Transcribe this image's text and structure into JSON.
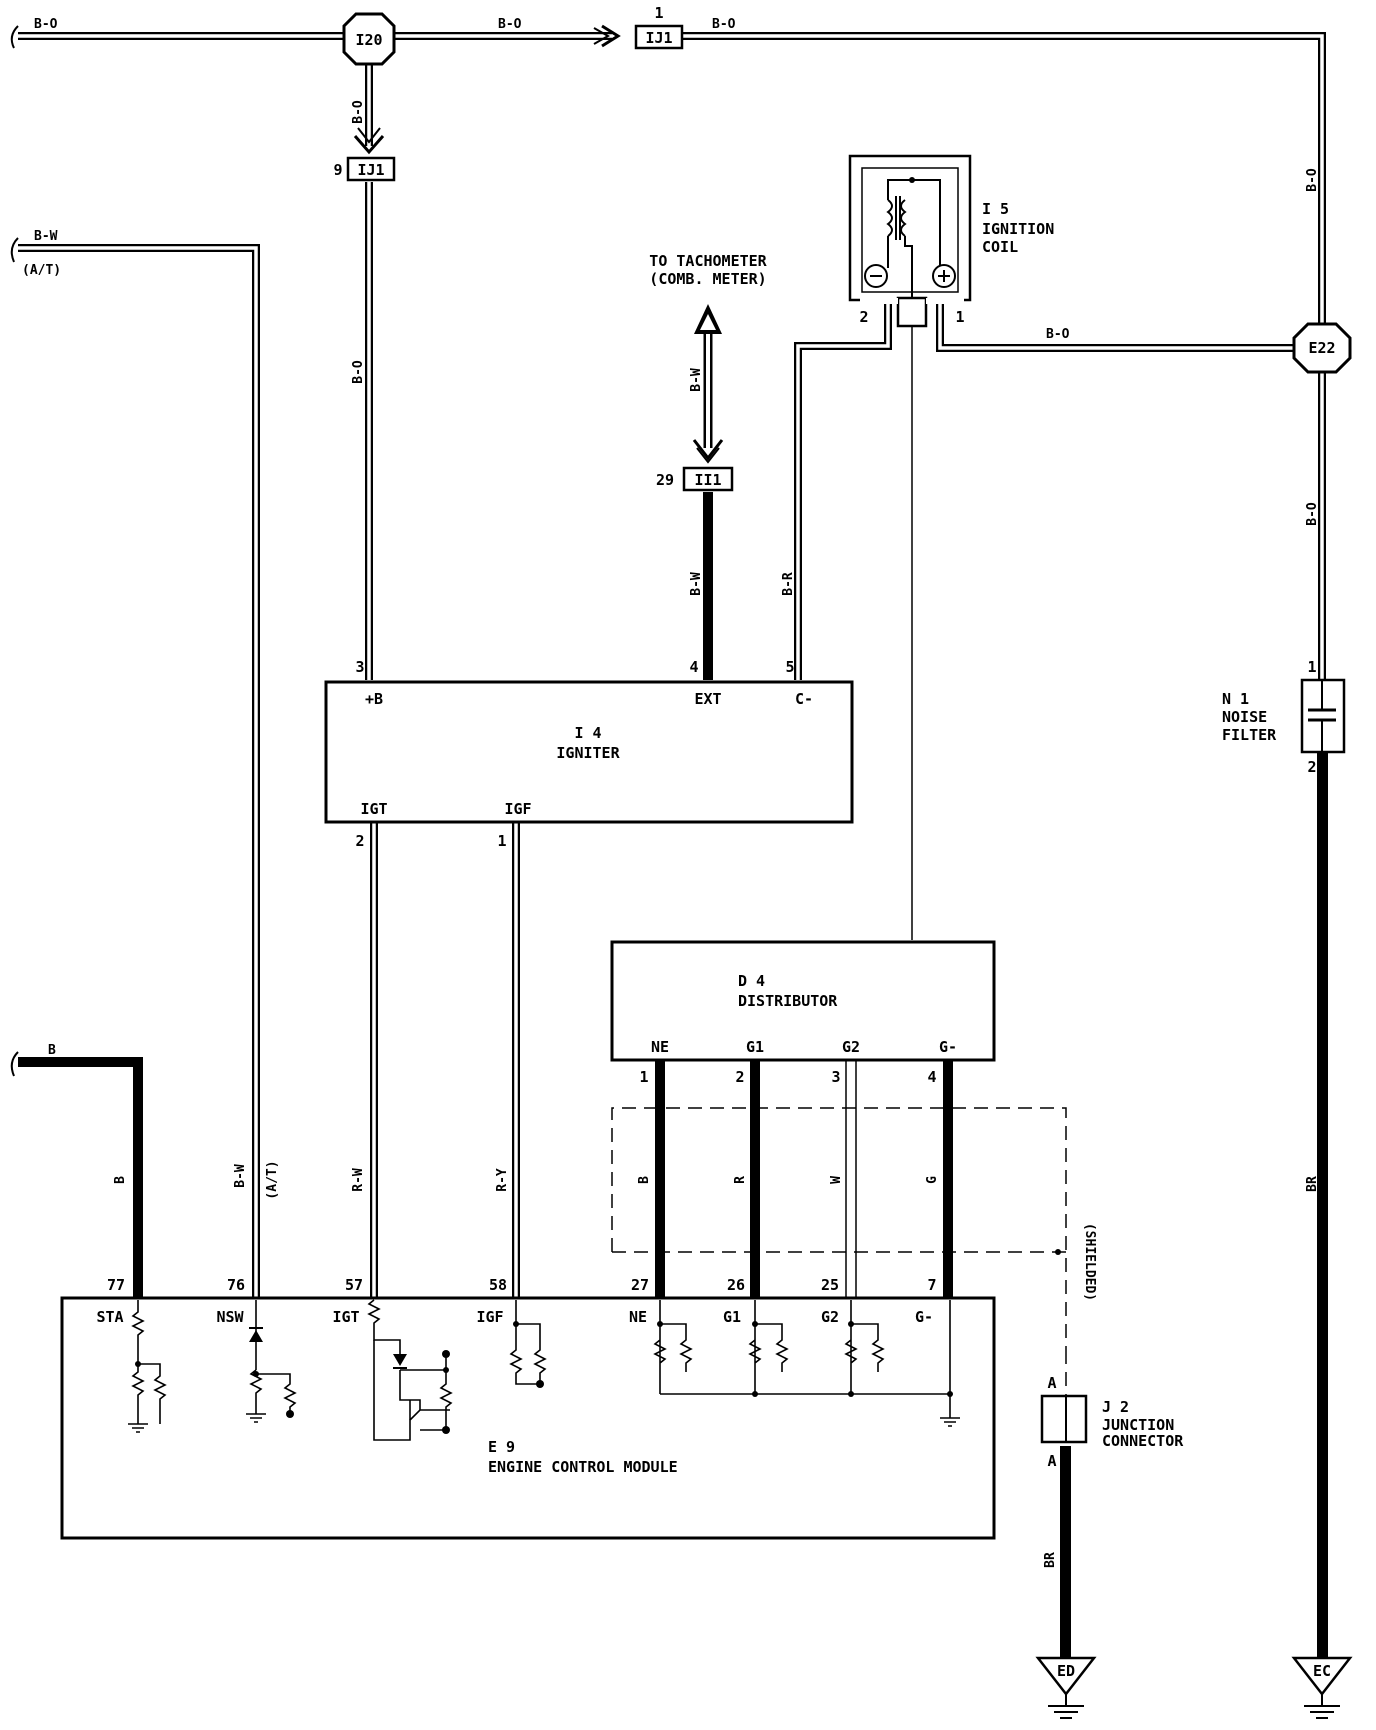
{
  "components": {
    "i20": "I20",
    "e22": "E22",
    "ij1_top": "IJ1",
    "ij1_mid": "IJ1",
    "ii1": "II1",
    "ignition_coil": {
      "id": "I 5",
      "line1": "IGNITION",
      "line2": "COIL"
    },
    "igniter": {
      "id": "I 4",
      "name": "IGNITER",
      "term_b": "+B",
      "term_ext": "EXT",
      "term_c": "C-",
      "term_igt": "IGT",
      "term_igf": "IGF"
    },
    "distributor": {
      "id": "D 4",
      "name": "DISTRIBUTOR",
      "term_ne": "NE",
      "term_g1": "G1",
      "term_g2": "G2",
      "term_gm": "G-"
    },
    "ecm": {
      "id": "E 9",
      "name": "ENGINE CONTROL MODULE",
      "term_sta": "STA",
      "term_nsw": "NSW",
      "term_igt": "IGT",
      "term_igf": "IGF",
      "term_ne": "NE",
      "term_g1": "G1",
      "term_g2": "G2",
      "term_gm": "G-"
    },
    "noise_filter": {
      "id": "N 1",
      "line1": "NOISE",
      "line2": "FILTER"
    },
    "junction_connector": {
      "id": "J 2",
      "line1": "JUNCTION",
      "line2": "CONNECTOR",
      "pin_top": "A",
      "pin_bottom": "A"
    },
    "ground_ed": "ED",
    "ground_ec": "EC"
  },
  "tachometer": {
    "line1": "TO TACHOMETER",
    "line2": "(COMB. METER)"
  },
  "shielded": "(SHIELDED)",
  "wire_labels": {
    "top_left": "B-O",
    "top_mid": "B-O",
    "top_right": "B-O",
    "i20_down": "B-O",
    "bplus_wire": "B-O",
    "right_upper": "B-O",
    "coil_e22": "B-O",
    "right_lower": "B-O",
    "noise_ec": "BR",
    "j2_ed": "BR",
    "bw_left": "B-W",
    "bw_left_sub": "(A/T)",
    "tach_wire": "B-W",
    "ext_wire": "B-W",
    "c_wire": "B-R",
    "b_left": "B",
    "sta_wire": "B",
    "nsw_wire": "B-W",
    "nsw_sub": "(A/T)",
    "igt_wire": "R-W",
    "igf_wire": "R-Y",
    "ne_wire": "B",
    "g1_wire": "R",
    "g2_wire": "W",
    "gm_wire": "G"
  },
  "pins": {
    "ij1_top": "1",
    "ij1_mid": "9",
    "ii1": "29",
    "coil_neg": "2",
    "coil_pos": "1",
    "igniter_b": "3",
    "igniter_ext": "4",
    "igniter_c": "5",
    "igniter_igt": "2",
    "igniter_igf": "1",
    "dist_ne": "1",
    "dist_g1": "2",
    "dist_g2": "3",
    "dist_gm": "4",
    "ecm_sta": "77",
    "ecm_nsw": "76",
    "ecm_igt": "57",
    "ecm_igf": "58",
    "ecm_ne": "27",
    "ecm_g1": "26",
    "ecm_g2": "25",
    "ecm_gm": "7",
    "noise_in": "1",
    "noise_out": "2"
  }
}
